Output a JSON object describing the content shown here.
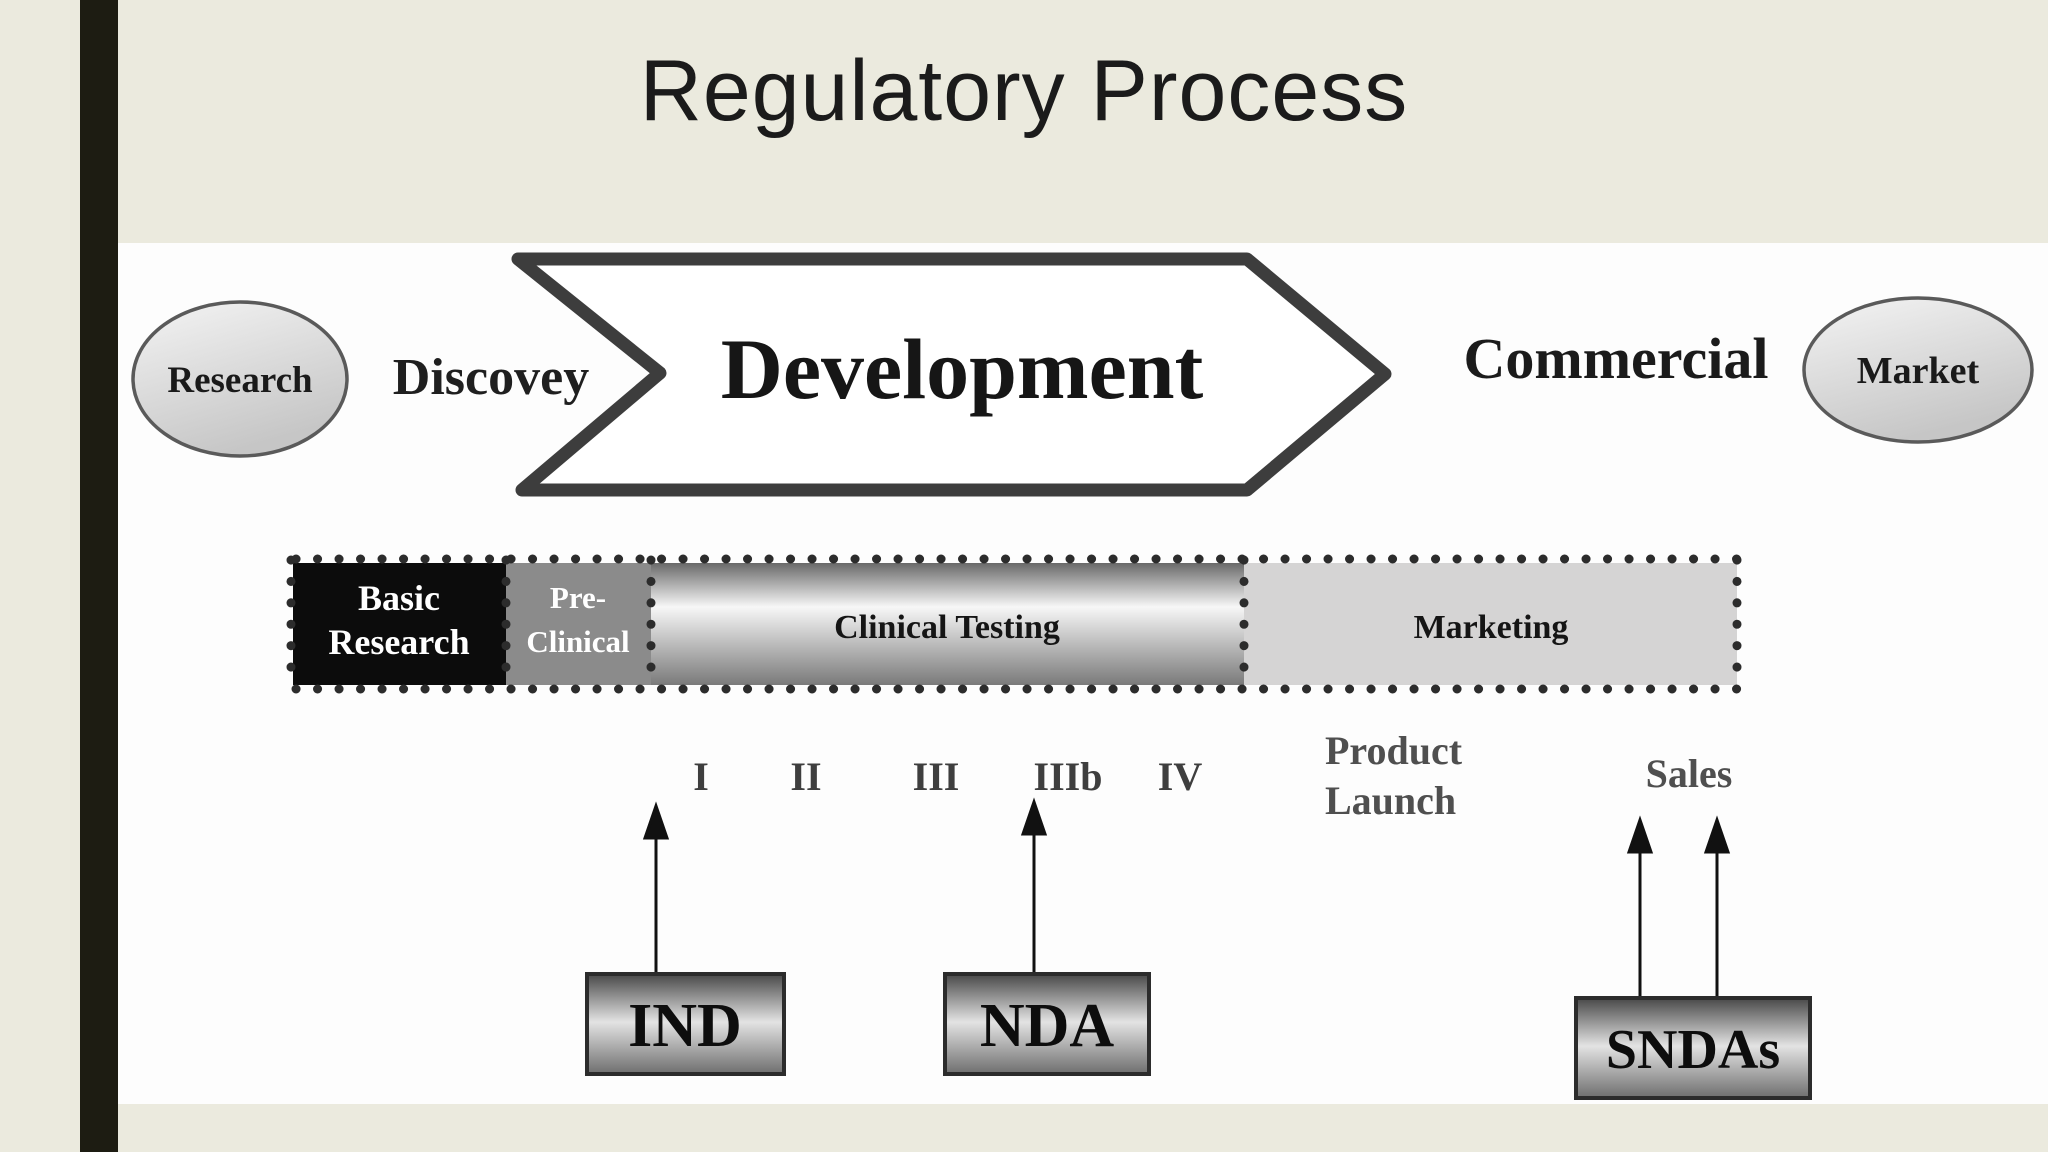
{
  "slide": {
    "title": "Regulatory Process"
  },
  "colors": {
    "background": "#ebeade",
    "accent_bar": "#1d1c12",
    "panel": "#fdfdfd",
    "arrow_outline": "#3d3d3d",
    "basic_research_fill": "#0c0c0c",
    "preclinical_fill": "#8b8b8b",
    "marketing_fill": "#d5d4d4",
    "dot_color": "#2c2c2c"
  },
  "diagram": {
    "research": "Research",
    "discovery": "Discovey",
    "development": "Development",
    "commercial": "Commercial",
    "market": "Market",
    "bar": {
      "basic_line1": "Basic",
      "basic_line2": "Research",
      "pre_line1": "Pre-",
      "pre_line2": "Clinical",
      "clinical": "Clinical Testing",
      "marketing": "Marketing"
    },
    "phases": [
      "I",
      "II",
      "III",
      "IIIb",
      "IV"
    ],
    "product_line1": "Product",
    "product_line2": "Launch",
    "sales": "Sales",
    "boxes": [
      "IND",
      "NDA",
      "SNDAs"
    ]
  }
}
